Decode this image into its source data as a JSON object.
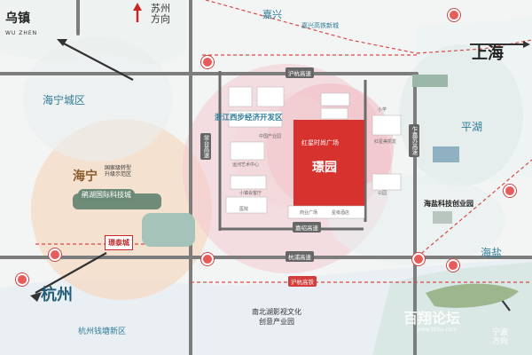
{
  "logo": {
    "text_cn": "乌镇",
    "text_en": "WU ZHEN"
  },
  "regions": {
    "haining_city": "海宁城区",
    "haining": "海宁",
    "pinghu": "平湖",
    "haiyan": "海盐",
    "hangzhou": "杭州",
    "hangzhou_qiantang": "杭州钱塘新区",
    "shanghai": "上海",
    "jiaxing": "嘉兴",
    "suzhou_direction": "苏州\n方向",
    "ningbo_direction": "宁波\n方向"
  },
  "roads": {
    "huhang_gaotie": "沪杭高铁",
    "hangpu_gaosu": "杭浦高速",
    "changtai_road": "常台高速",
    "zhapu_road": "乍嘉苏高速",
    "huhang_gaosu": "沪杭高速",
    "jiashao_road": "嘉绍高速"
  },
  "zones": {
    "zhejiang_dev_zone": "浙江西步经济开发区",
    "haining_industry": "国家级转型\n升级示范区",
    "haining_intl_tech": "鹃湖国际科技城",
    "nanbeihu": "南北湖影视文化\n创意产业园",
    "haiyan_tech_park": "海盐科技创业园",
    "jiaxing_station": "嘉兴高铁新城"
  },
  "project": {
    "badge": "红星时尚广场",
    "name": "璟园",
    "brand": "璟泰城"
  },
  "poi": {
    "wenyi_center": "运河艺术中心",
    "xiaozhen_restaurant": "小镇会客厅",
    "zhongguo_zhiyuan": "中国产业园",
    "commercial": "商业广场",
    "hotel": "星级酒店",
    "hongxing_mall": "红星美凯龙",
    "park": "公园",
    "school": "小学",
    "hospital": "医院"
  },
  "watermark": "百翔论坛",
  "watermark_url": "www.bbbs.com"
}
